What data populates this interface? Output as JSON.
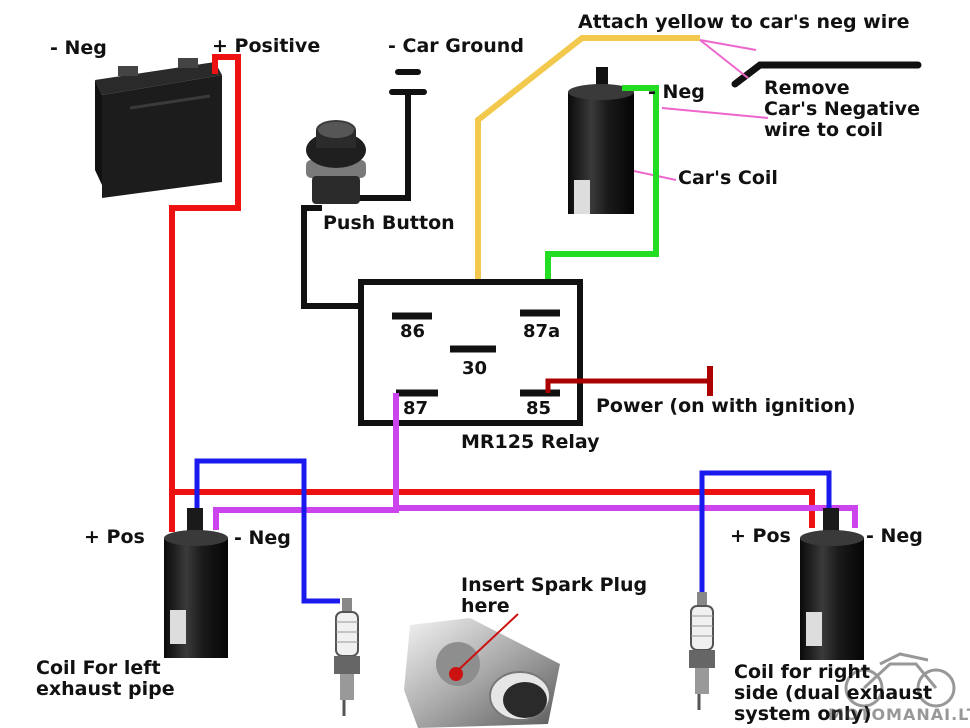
{
  "labels": {
    "battery_neg": "- Neg",
    "battery_pos": "+ Positive",
    "car_ground": "- Car Ground",
    "attach_yellow": "Attach yellow to car's neg wire",
    "coil_neg": "- Neg",
    "remove_neg": "Remove\nCar's Negative\nwire to coil",
    "cars_coil": "Car's Coil",
    "push_button": "Push Button",
    "power": "Power (on with ignition)",
    "relay_name": "MR125 Relay",
    "left_pos": "+ Pos",
    "left_neg": "- Neg",
    "right_pos": "+ Pos",
    "right_neg": "- Neg",
    "insert_plug": "Insert Spark Plug\nhere",
    "left_coil_caption": "Coil For left\nexhaust pipe",
    "right_coil_caption": "Coil for right\nside (dual exhaust\nsystem only)"
  },
  "relay_pins": {
    "p86": "86",
    "p87a": "87a",
    "p30": "30",
    "p87": "87",
    "p85": "85"
  },
  "watermark": "MOTOMANAI.LT",
  "colors": {
    "positive_wire": "#ee1111",
    "ground_wire": "#111111",
    "signal_yellow": "#f2c94c",
    "coil_neg_green": "#22dd22",
    "magenta_wire": "#cc44ee",
    "blue_wire": "#1a1aee",
    "power_wire": "#aa0000",
    "callout": "#ee66cc"
  }
}
